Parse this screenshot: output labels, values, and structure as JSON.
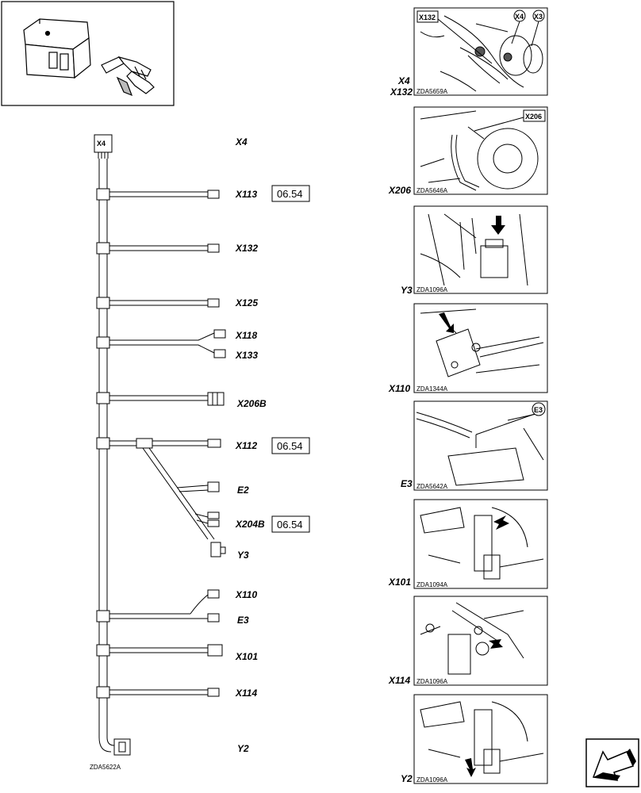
{
  "drawing_id": "ZDA5622A",
  "harness": {
    "start_connector": "X4",
    "labels": {
      "x4": "X4",
      "x113": "X113",
      "x132": "X132",
      "x125": "X125",
      "x118": "X118",
      "x133": "X133",
      "x206b": "X206B",
      "x112": "X112",
      "e2": "E2",
      "x204b": "X204B",
      "y3": "Y3",
      "x110": "X110",
      "e3": "E3",
      "x101": "X101",
      "x114": "X114",
      "y2": "Y2"
    },
    "refs": {
      "x113": "06.54",
      "x112": "06.54",
      "x204b": "06.54"
    }
  },
  "photos": [
    {
      "label_1": "X4",
      "label_2": "X132",
      "code": "ZDA5659A",
      "tags": [
        "X132",
        "X4",
        "X3"
      ]
    },
    {
      "label_1": "X206",
      "code": "ZDA5646A",
      "tags": [
        "X206"
      ]
    },
    {
      "label_1": "Y3",
      "code": "ZDA1096A",
      "tags": []
    },
    {
      "label_1": "X110",
      "code": "ZDA1344A",
      "tags": []
    },
    {
      "label_1": "E3",
      "code": "ZDA5642A",
      "tags": [
        "E3"
      ]
    },
    {
      "label_1": "X101",
      "code": "ZDA1094A",
      "tags": []
    },
    {
      "label_1": "X114",
      "code": "ZDA1096A",
      "tags": []
    },
    {
      "label_1": "Y2",
      "code": "ZDA1096A",
      "tags": []
    }
  ]
}
